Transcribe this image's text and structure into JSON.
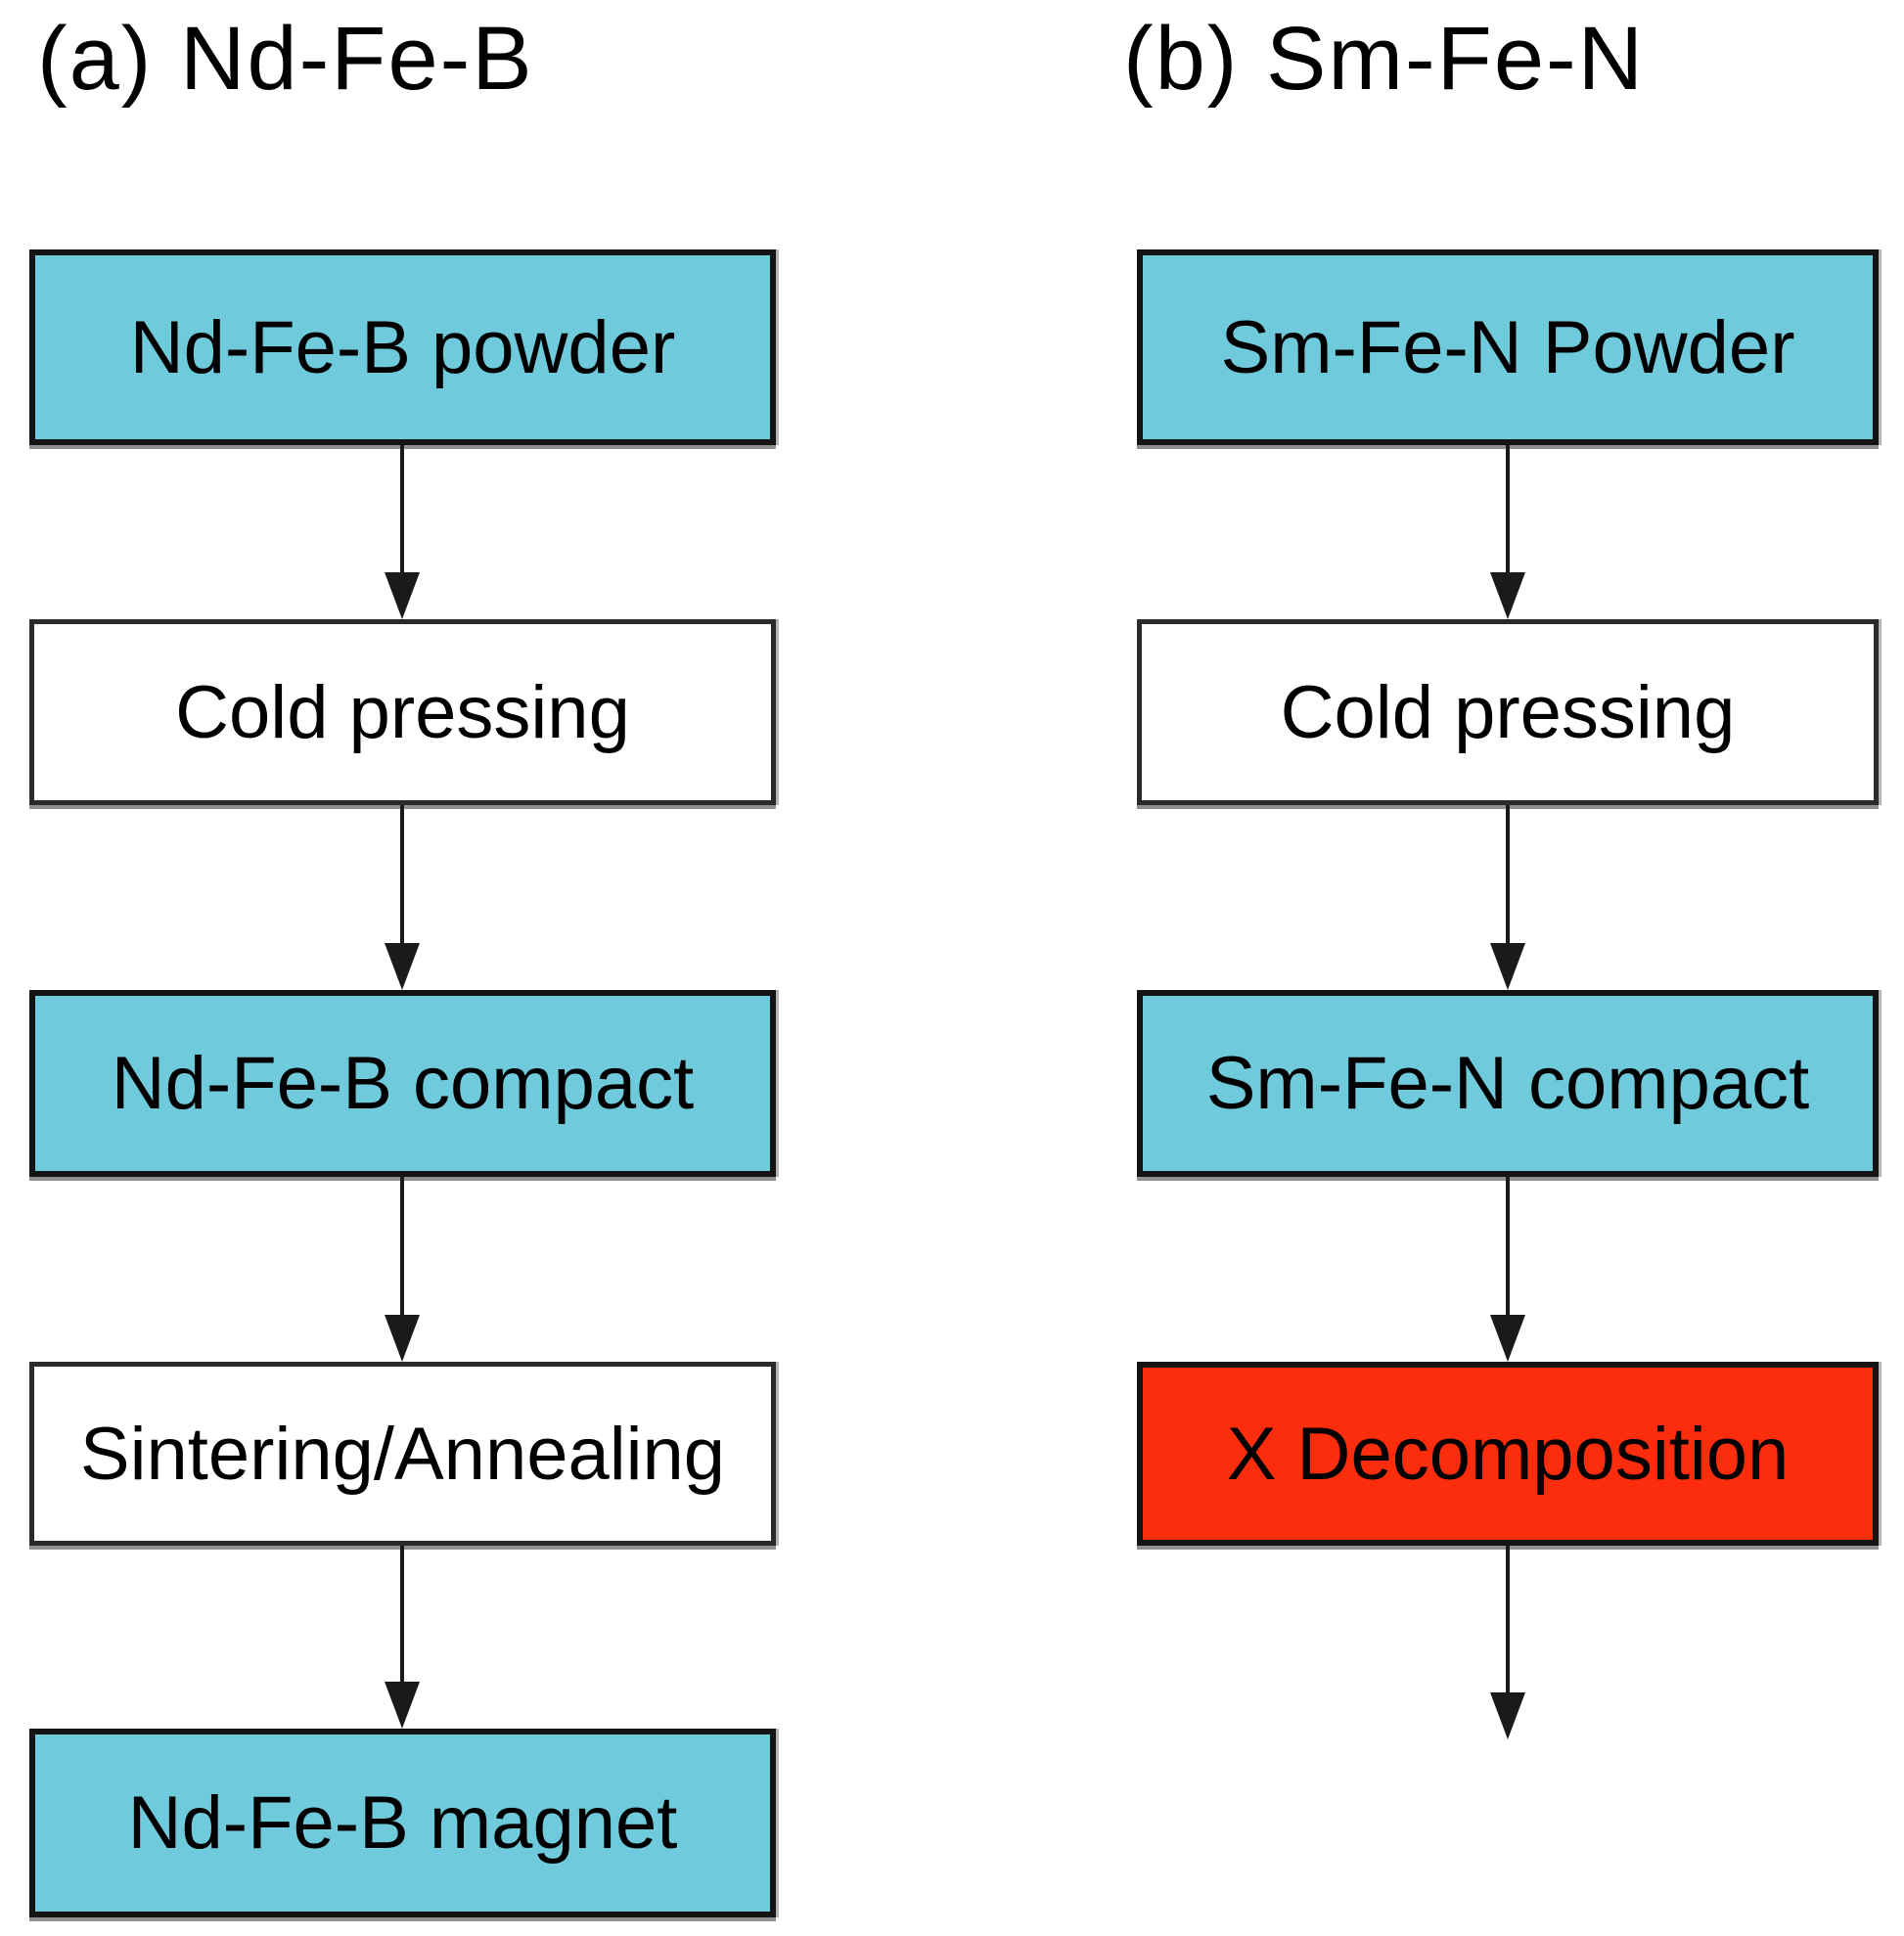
{
  "diagram": {
    "type": "flowchart",
    "columns": [
      {
        "id": "a",
        "title": "(a) Nd-Fe-B",
        "nodes": [
          {
            "label": "Nd-Fe-B powder",
            "kind": "material"
          },
          {
            "label": "Cold pressing",
            "kind": "process"
          },
          {
            "label": "Nd-Fe-B compact",
            "kind": "material"
          },
          {
            "label": "Sintering/Annealing",
            "kind": "process"
          },
          {
            "label": "Nd-Fe-B magnet",
            "kind": "material"
          }
        ],
        "trailing_arrow": false
      },
      {
        "id": "b",
        "title": "(b) Sm-Fe-N",
        "nodes": [
          {
            "label": "Sm-Fe-N Powder",
            "kind": "material"
          },
          {
            "label": "Cold pressing",
            "kind": "process"
          },
          {
            "label": "Sm-Fe-N compact",
            "kind": "material"
          },
          {
            "label": "X Decomposition",
            "kind": "failure"
          }
        ],
        "trailing_arrow": true
      }
    ],
    "colors": {
      "material_fill": "#6FCADC",
      "process_fill": "#FFFFFF",
      "failure_fill": "#FB2D0D",
      "border": "#141414",
      "arrow": "#1A1A1A",
      "text": "#000000",
      "background": "#FFFFFF"
    }
  }
}
